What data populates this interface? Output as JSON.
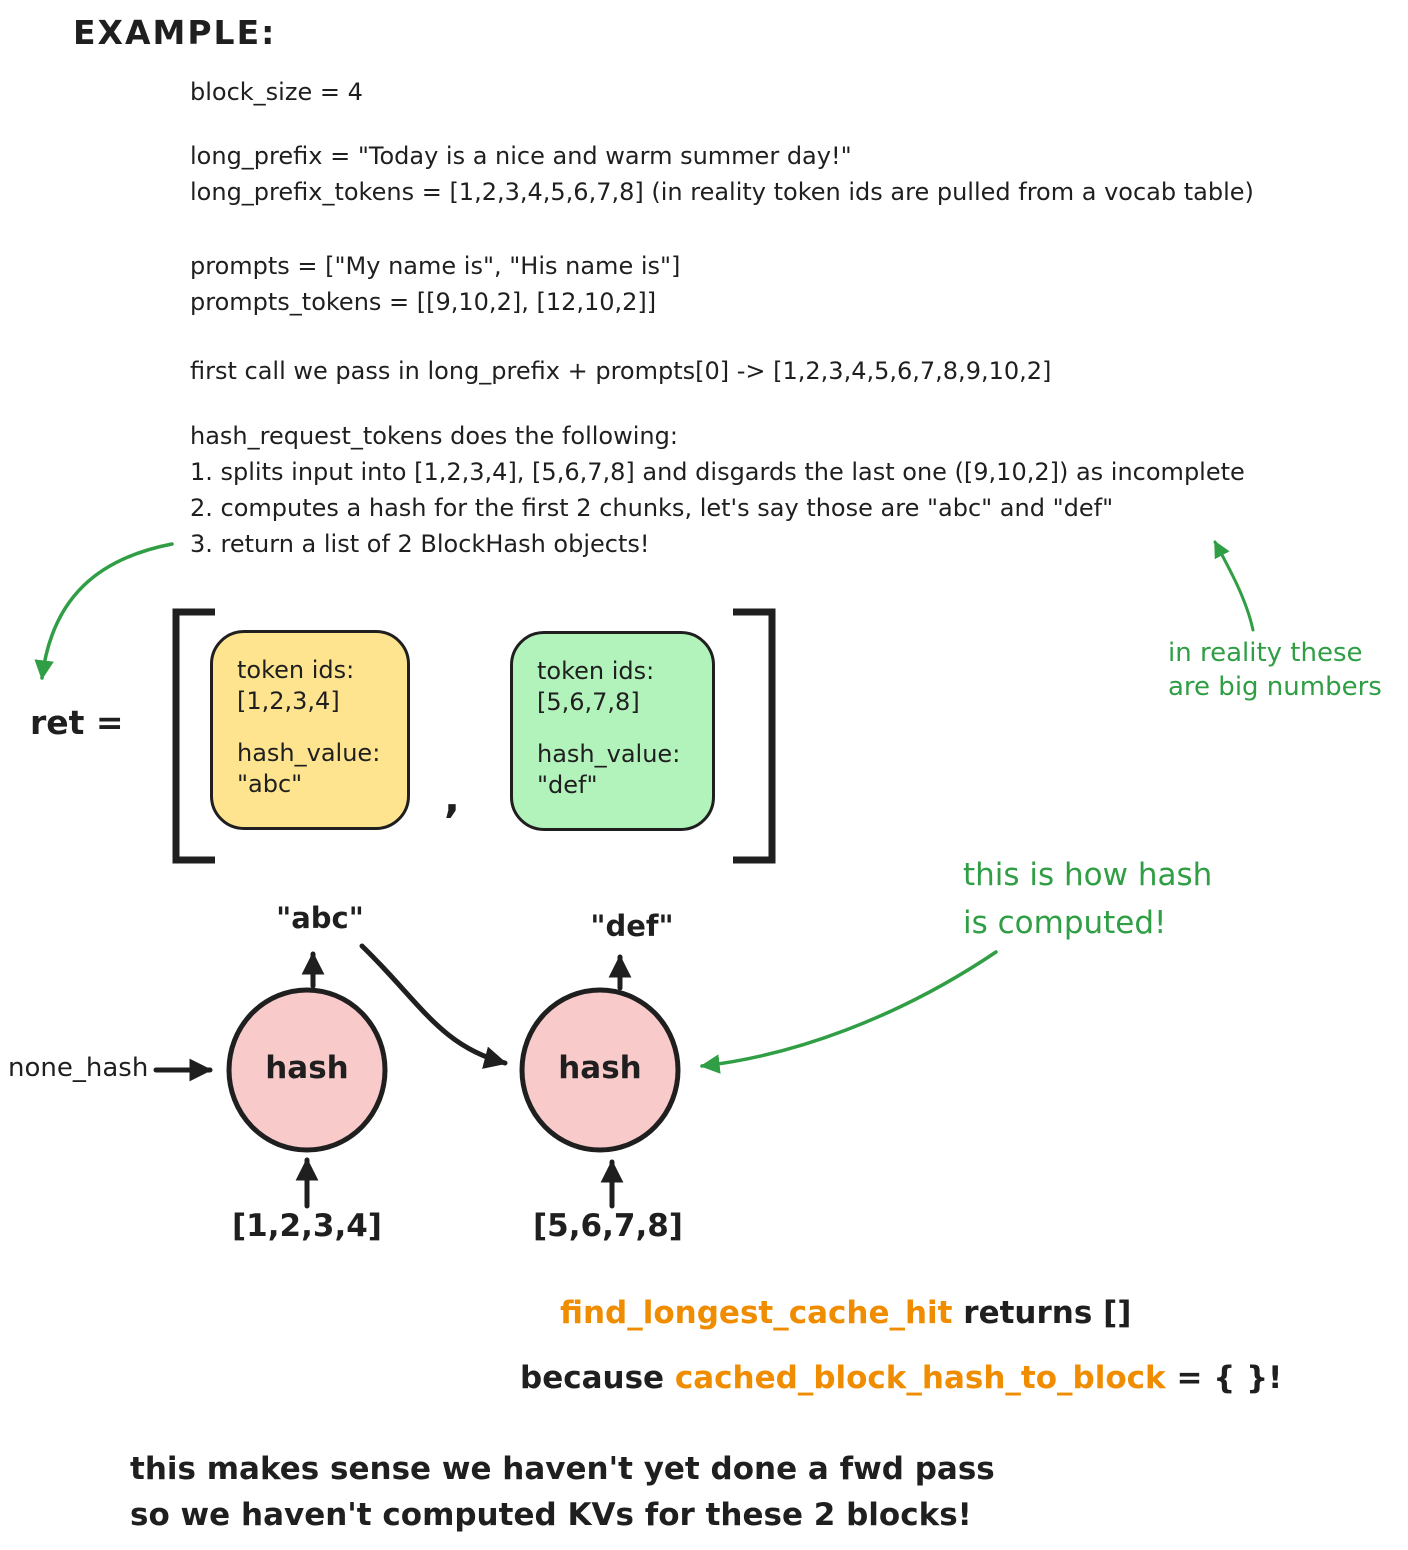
{
  "title": "EXAMPLE:",
  "code": {
    "block_size": "block_size = 4",
    "long_prefix": "long_prefix = \"Today is a nice and warm summer day!\"",
    "long_prefix_tokens": "long_prefix_tokens = [1,2,3,4,5,6,7,8] (in reality token ids are pulled from a vocab table)",
    "prompts": "prompts = [\"My name is\", \"His name is\"]",
    "prompts_tokens": "prompts_tokens = [[9,10,2], [12,10,2]]",
    "first_call": "first call we pass in long_prefix + prompts[0] -> [1,2,3,4,5,6,7,8,9,10,2]",
    "hash_fn_header": "hash_request_tokens does the following:",
    "step1": "1. splits input into [1,2,3,4], [5,6,7,8] and disgards the last one ([9,10,2]) as incomplete",
    "step2": "2. computes a hash for the first 2 chunks, let's say those are \"abc\" and \"def\"",
    "step3": "3. return a list of 2 BlockHash objects!"
  },
  "ret": {
    "label": "ret =",
    "comma": ",",
    "blocks": [
      {
        "title": "token ids:",
        "tokens": "[1,2,3,4]",
        "hash_label": "hash_value:",
        "hash": "\"abc\""
      },
      {
        "title": "token ids:",
        "tokens": "[5,6,7,8]",
        "hash_label": "hash_value:",
        "hash": "\"def\""
      }
    ]
  },
  "annotations": {
    "big_numbers_line1": "in reality these",
    "big_numbers_line2": "are big numbers",
    "hash_computed_line1": "this is how hash",
    "hash_computed_line2": "is computed!"
  },
  "hash_diagram": {
    "none_hash_label": "none_hash",
    "nodes": [
      {
        "label": "hash",
        "output": "\"abc\"",
        "input": "[1,2,3,4]"
      },
      {
        "label": "hash",
        "output": "\"def\"",
        "input": "[5,6,7,8]"
      }
    ]
  },
  "cache_result": {
    "fn_name": "find_longest_cache_hit",
    "returns_text": " returns []",
    "because_text": "because ",
    "dict_name": "cached_block_hash_to_block",
    "equals_text": " = { }!"
  },
  "footer": {
    "line1": "this makes sense we haven't yet done a fwd pass",
    "line2": "so we haven't computed KVs for these 2 blocks!"
  },
  "colors": {
    "ink": "#1f1f1f",
    "green": "#2f9e44",
    "orange": "#f08c00",
    "yellow_fill": "#ffe48f",
    "green_fill": "#b2f2bb",
    "pink_fill": "#f9caca"
  }
}
